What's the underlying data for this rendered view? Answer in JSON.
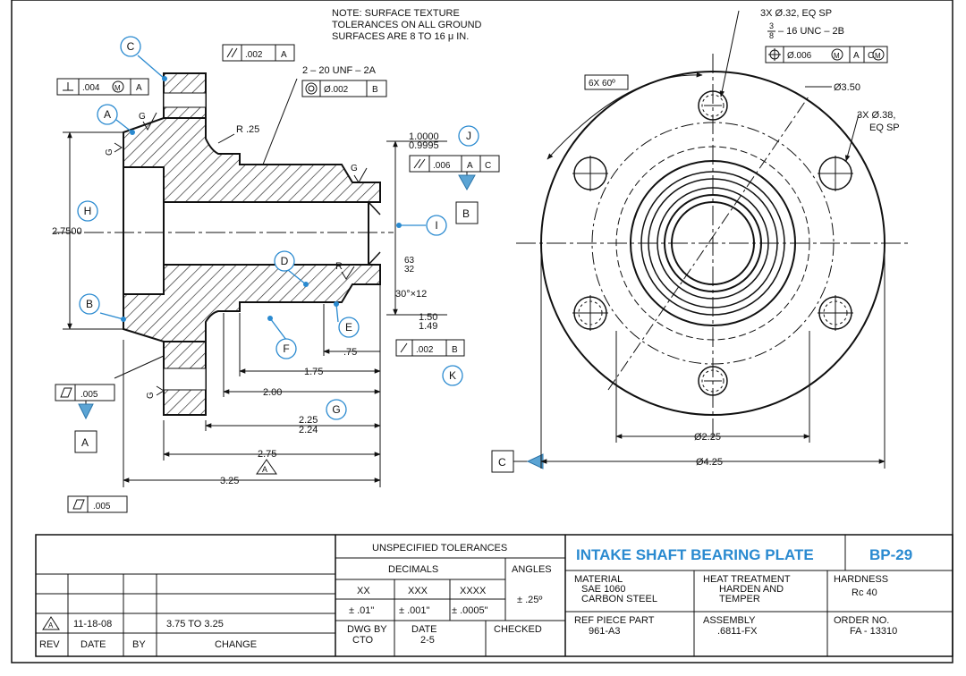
{
  "note": {
    "line1": "NOTE: SURFACE TEXTURE",
    "line2": "TOLERANCES ON ALL GROUND",
    "line3": "SURFACES ARE 8 TO 16 μ IN."
  },
  "callouts": {
    "A": "A",
    "B": "B",
    "C": "C",
    "D": "D",
    "E": "E",
    "F": "F",
    "G": "G",
    "H": "H",
    "I": "I",
    "J": "J",
    "K": "K"
  },
  "datums": {
    "A": "A",
    "B": "B",
    "C": "C"
  },
  "fcf": {
    "perp_value": ".004",
    "perp_mod": "M",
    "perp_datum": "A",
    "parallel_value": ".002",
    "parallel_datum": "A",
    "concentric_value": "Ø.002",
    "concentric_datum": "B",
    "total_runout_value": ".006",
    "total_runout_datums": [
      "A",
      "C"
    ],
    "circ_runout_value": ".002",
    "circ_runout_datum": "B",
    "flat_left_value": ".005",
    "flat_bottom_value": ".005",
    "position_value": "Ø.006",
    "position_mod": "M",
    "position_datum1": "A",
    "position_datum2": "C",
    "position_datum2_mod": "M"
  },
  "dims": {
    "thread_ext": "2 – 20 UNF – 2A",
    "radius": "R .25",
    "dia_top": "1.0000",
    "dia_bot": "0.9995",
    "height": "2.7500",
    "chamfer": "30°×12",
    "surf_r": "R",
    "surf_63": "63",
    "surf_32": "32",
    "len_150": "1.50",
    "len_149": "1.49",
    "len_075": ".75",
    "len_175": "1.75",
    "len_200": "2.00",
    "len_225": "2.25",
    "len_224": "2.24",
    "len_275": "2.75",
    "len_325": "3.25",
    "surf_g": "G",
    "rev_a": "A"
  },
  "right_view": {
    "holes_top": "3X Ø.32, EQ SP",
    "thread_frac_num": "3",
    "thread_frac_den": "8",
    "thread_int": "– 16 UNC – 2B",
    "angle": "6X 60º",
    "bc_dia": "Ø3.50",
    "holes_right_1": "3X Ø.38,",
    "holes_right_2": "EQ SP",
    "dia_225": "Ø2.25",
    "dia_425": "Ø4.25"
  },
  "title_block": {
    "unspecified_tol": "UNSPECIFIED TOLERANCES",
    "decimals": "DECIMALS",
    "angles": "ANGLES",
    "xx": "XX",
    "xxx": "XXX",
    "xxxx": "XXXX",
    "tol_xx": "± .01\"",
    "tol_xxx": "± .001\"",
    "tol_xxxx": "± .0005\"",
    "tol_angle": "± .25º",
    "dwg_by_label": "DWG BY",
    "dwg_by": "CTO",
    "date_label": "DATE",
    "date": "2-5",
    "checked_label": "CHECKED",
    "title": "INTAKE SHAFT BEARING PLATE",
    "part_no": "BP-29",
    "material_label": "MATERIAL",
    "material_1": "SAE 1060",
    "material_2": "CARBON STEEL",
    "heat_label": "HEAT TREATMENT",
    "heat_1": "HARDEN AND",
    "heat_2": "TEMPER",
    "hardness_label": "HARDNESS",
    "hardness": "Rc 40",
    "ref_label": "REF PIECE PART",
    "ref": "961-A3",
    "assembly_label": "ASSEMBLY",
    "assembly": ".6811-FX",
    "order_label": "ORDER NO.",
    "order": "FA - 13310",
    "rev_header": "REV",
    "date_header": "DATE",
    "by_header": "BY",
    "change_header": "CHANGE",
    "rev_a": "A",
    "rev_a_date": "11-18-08",
    "rev_a_change": "3.75 TO 3.25"
  }
}
